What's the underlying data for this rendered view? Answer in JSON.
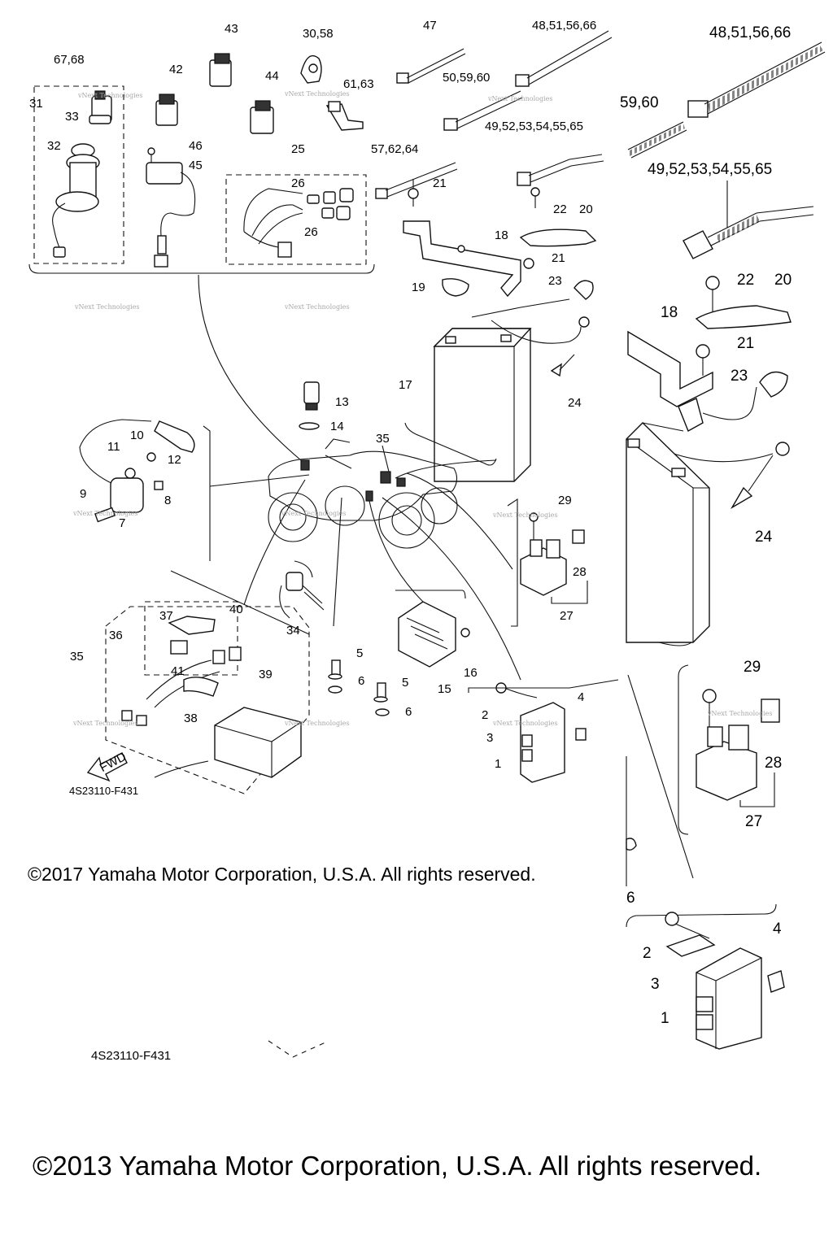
{
  "diagram": {
    "drawing_code": "4S23110-F431",
    "fwd_label": "FWD",
    "watermark": "vNext Technologies",
    "copyright_inner": "©2017 Yamaha Motor Corporation, U.S.A. All rights reserved.",
    "copyright_outer": "©2013 Yamaha Motor Corporation, U.S.A. All rights reserved.",
    "callouts": {
      "c1": "1",
      "c2": "2",
      "c3": "3",
      "c4": "4",
      "c5": "5",
      "c6": "6",
      "c7": "7",
      "c8": "8",
      "c9": "9",
      "c10": "10",
      "c11": "11",
      "c12": "12",
      "c13": "13",
      "c14": "14",
      "c15": "15",
      "c16": "16",
      "c17": "17",
      "c18": "18",
      "c19": "19",
      "c20": "20",
      "c21": "21",
      "c22": "22",
      "c23": "23",
      "c24": "24",
      "c25": "25",
      "c26": "26",
      "c27": "27",
      "c28": "28",
      "c29": "29",
      "c31": "31",
      "c32": "32",
      "c33": "33",
      "c34": "34",
      "c35": "35",
      "c36": "36",
      "c37": "37",
      "c38": "38",
      "c39": "39",
      "c40": "40",
      "c41": "41",
      "c42": "42",
      "c43": "43",
      "c44": "44",
      "c45": "45",
      "c46": "46",
      "c47": "47",
      "c30_58": "30,58",
      "c61_63": "61,63",
      "c67_68": "67,68",
      "c48_51_56_66": "48,51,56,66",
      "c50_59_60": "50,59,60",
      "c49_52_53_54_55_65": "49,52,53,54,55,65",
      "c57_62_64": "57,62,64",
      "c59_60_partial": "59,60"
    }
  }
}
